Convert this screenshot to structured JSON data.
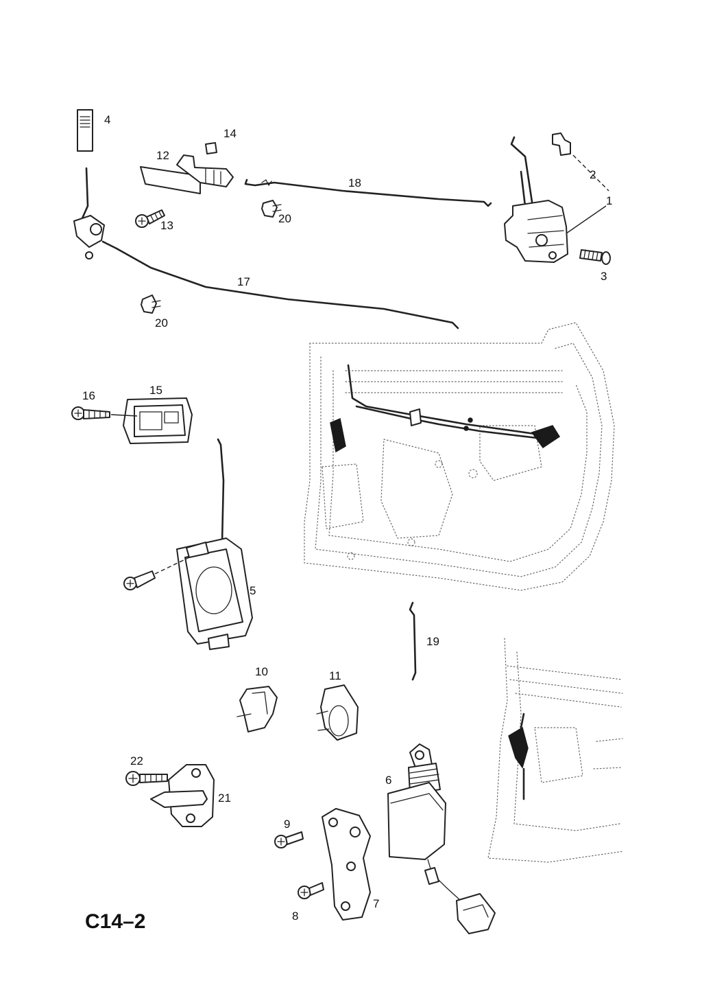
{
  "figure": {
    "code": "C14–2",
    "callouts": [
      "1",
      "2",
      "3",
      "4",
      "5",
      "6",
      "7",
      "8",
      "9",
      "10",
      "11",
      "12",
      "13",
      "14",
      "15",
      "16",
      "17",
      "18",
      "19",
      "20",
      "20",
      "21",
      "22"
    ]
  }
}
